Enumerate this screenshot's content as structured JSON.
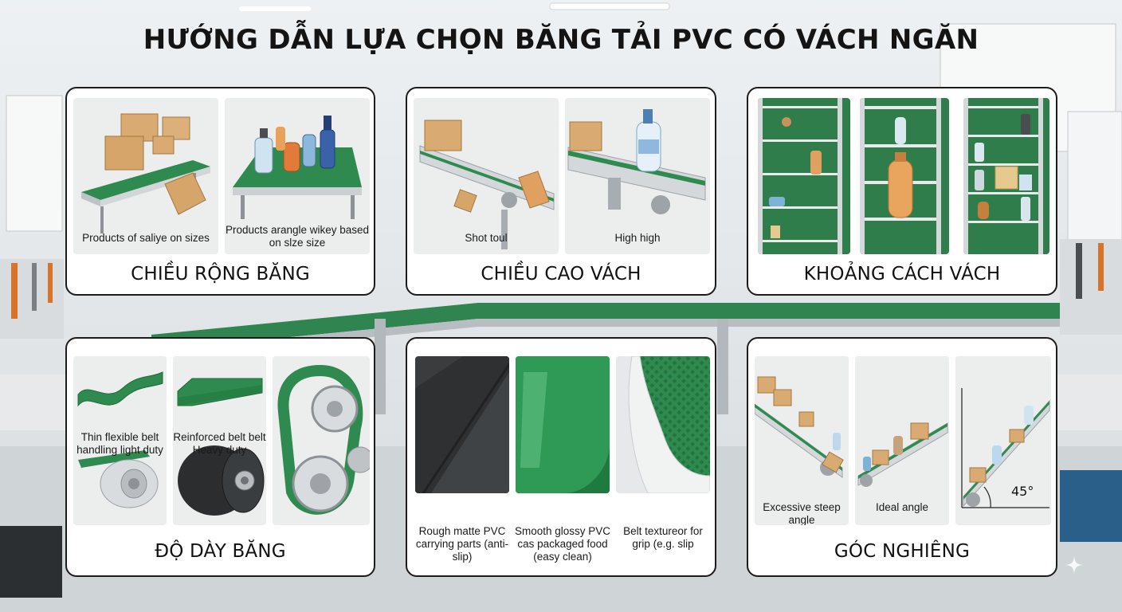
{
  "title": "HƯỚNG DẪN LỰA CHỌN BĂNG TẢI PVC CÓ VÁCH NGĂN",
  "colors": {
    "belt_green": "#2e8a4f",
    "frame_gray": "#c8ccd0",
    "card_border": "#1c1c1c"
  },
  "cards": {
    "width": {
      "title": "CHIỀU RỘNG BĂNG",
      "panels": [
        {
          "caption": "Products of saliye on sizes"
        },
        {
          "caption": "Products arangle wikey based on slze size"
        }
      ]
    },
    "height": {
      "title": "CHIỀU CAO VÁCH",
      "panels": [
        {
          "caption": "Shot toul"
        },
        {
          "caption": "High high"
        }
      ]
    },
    "spacing": {
      "title": "KHOẢNG CÁCH VÁCH"
    },
    "thickness": {
      "title": "ĐỘ DÀY BĂNG",
      "panels": [
        {
          "caption": "Thin flexible belt handling light duty"
        },
        {
          "caption": "Reinforced belt belt Heavy duty"
        }
      ]
    },
    "surface": {
      "title": "",
      "panels": [
        {
          "caption": "Rough matte PVC carrying parts (anti-slip)"
        },
        {
          "caption": "Smooth glossy PVC cas packaged food (easy clean)"
        },
        {
          "caption": "Belt textureor for grip (e.g. slip"
        }
      ]
    },
    "angle": {
      "title": "GÓC NGHIÊNG",
      "panels": [
        {
          "caption": "Excessive steep angle"
        },
        {
          "caption": "Ideal angle"
        },
        {
          "caption": ""
        }
      ],
      "angle_label": "45°"
    }
  }
}
